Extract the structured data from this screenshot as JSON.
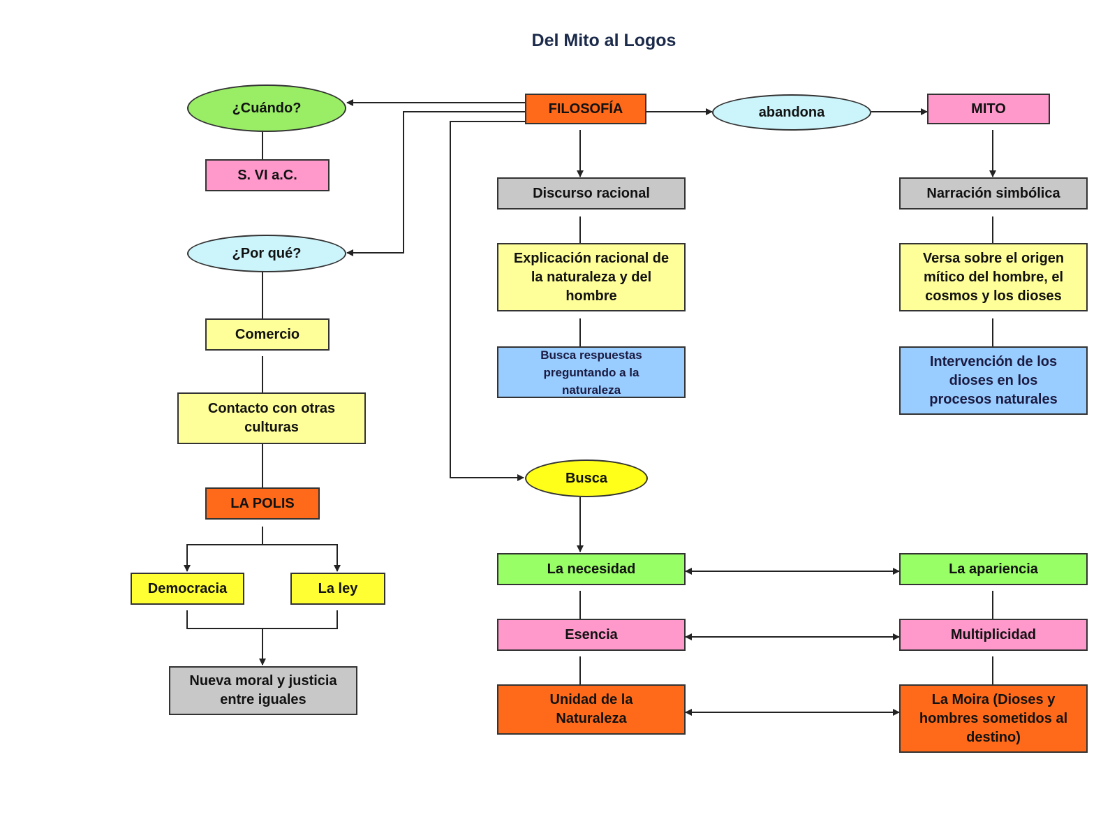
{
  "title": "Del Mito al Logos",
  "colors": {
    "orange": "#ff6a1a",
    "pink": "#ff99cc",
    "gray": "#c8c8c8",
    "light_yellow": "#ffff99",
    "yellow": "#ffff33",
    "light_blue": "#99ccff",
    "cyan": "#ccf4fb",
    "green": "#99ff66",
    "line": "#222222"
  },
  "nodes": {
    "cuando": "¿Cuándo?",
    "siglo": "S. VI a.C.",
    "por_que": "¿Por qué?",
    "comercio": "Comercio",
    "contacto": "Contacto con otras culturas",
    "polis": "LA POLIS",
    "democracia": "Democracia",
    "ley": "La ley",
    "nueva_moral": "Nueva moral y justicia entre iguales",
    "filosofia": "FILOSOFÍA",
    "abandona": "abandona",
    "mito": "MITO",
    "discurso": "Discurso racional",
    "explicacion": "Explicación racional de la naturaleza y del hombre",
    "busca_respuestas": "Busca respuestas preguntando a la naturaleza",
    "narracion": "Narración simbólica",
    "versa": "Versa sobre el origen mítico del hombre, el cosmos y los dioses",
    "intervencion": "Intervención de los dioses en los procesos naturales",
    "busca": "Busca",
    "necesidad": "La necesidad",
    "apariencia": "La apariencia",
    "esencia": "Esencia",
    "multiplicidad": "Multiplicidad",
    "unidad": "Unidad de la Naturaleza",
    "moira": "La Moira (Dioses y hombres sometidos al destino)"
  }
}
